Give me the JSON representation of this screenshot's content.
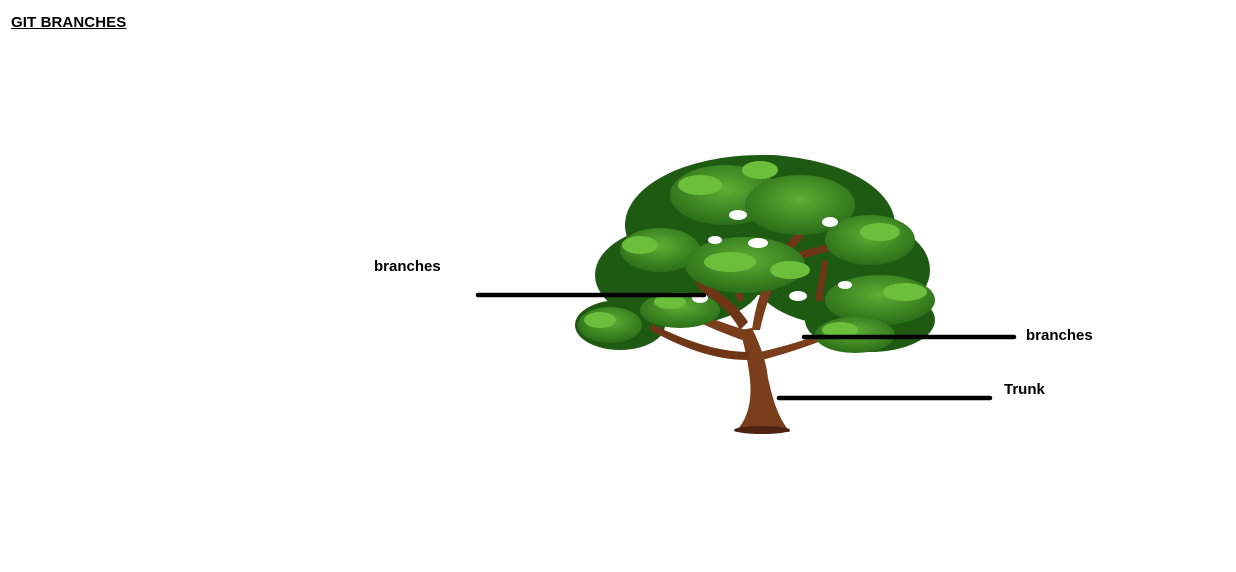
{
  "title": "GIT BRANCHES",
  "labels": {
    "branches_left": "branches",
    "branches_right": "branches",
    "trunk": "Trunk"
  },
  "colors": {
    "leaf_dark": "#1f5a12",
    "leaf_mid": "#3a8a22",
    "leaf_light": "#6bbf3a",
    "bark": "#7a3e1c",
    "bark_dark": "#4e2410",
    "leader_line": "#000000"
  }
}
